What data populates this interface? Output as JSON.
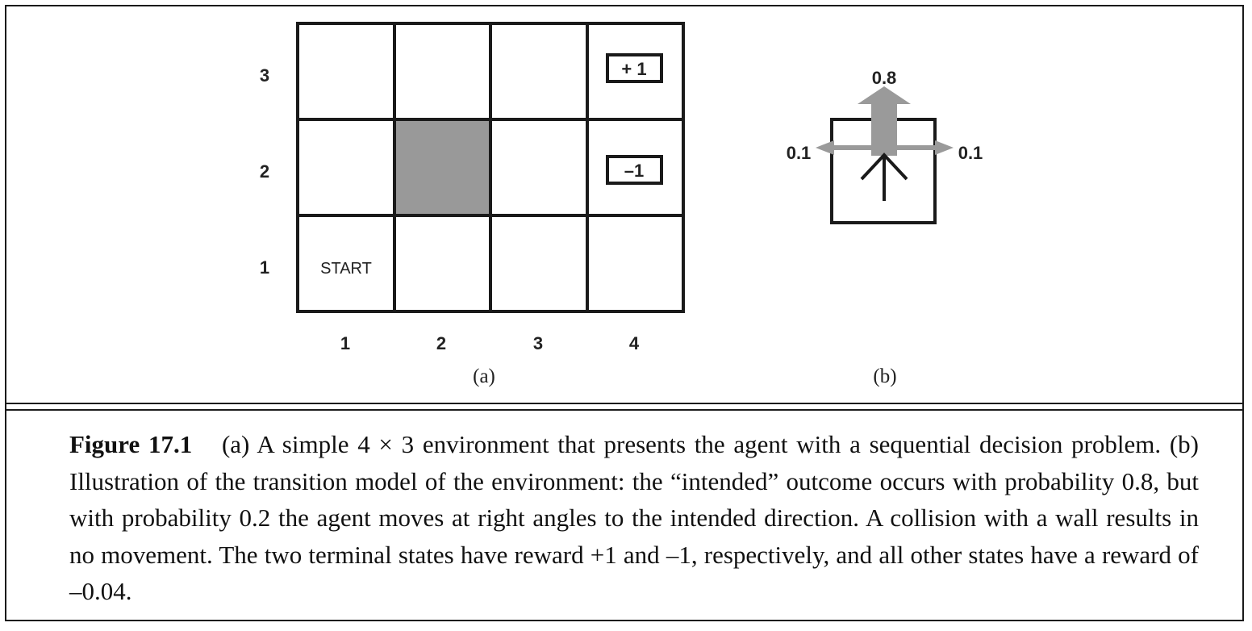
{
  "panel_a": {
    "row_labels": [
      "3",
      "2",
      "1"
    ],
    "col_labels": [
      "1",
      "2",
      "3",
      "4"
    ],
    "start_label": "START",
    "terminal_plus": "+ 1",
    "terminal_minus": "–1",
    "obstacle_color": "#999999",
    "sublabel": "(a)"
  },
  "panel_b": {
    "prob_up": "0.8",
    "prob_left": "0.1",
    "prob_right": "0.1",
    "arrow_color": "#9a9a9a",
    "sublabel": "(b)"
  },
  "caption": {
    "label": "Figure 17.1",
    "text": "(a) A simple 4 × 3 environment that presents the agent with a sequential decision problem. (b) Illustration of the transition model of the environment: the “intended” outcome occurs with probability 0.8, but with probability 0.2 the agent moves at right angles to the intended direction. A collision with a wall results in no movement. The two terminal states have reward +1 and –1, respectively, and all other states have a reward of –0.04."
  }
}
